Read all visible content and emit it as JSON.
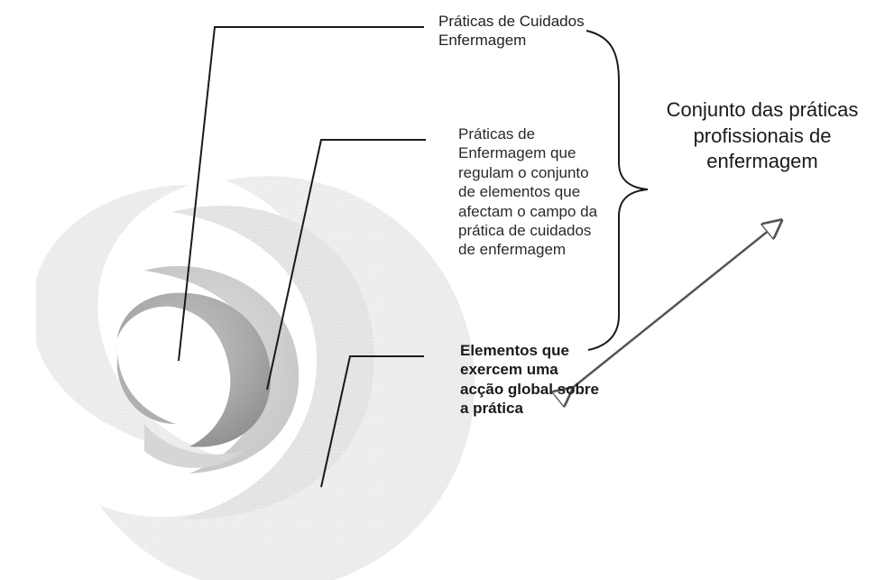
{
  "diagram": {
    "labels": {
      "level_1": "Práticas de Cuidados\nEnfermagem",
      "level_2": "Práticas de\nEnfermagem que\nregulam o conjunto\nde elementos que\nafectam o campo da\nprática de cuidados\nde enfermagem",
      "level_3": "Elementos que\nexercem uma\nacção global sobre\na prática",
      "result": "Conjunto das práticas\nprofissionais de\nenfermagem"
    },
    "colors": {
      "line": "#1a1a1a",
      "ring_outer": "#e6e6e6",
      "ring_middle": "#d2d2d2",
      "core": "#b3b3b3",
      "arrow": "#555555"
    }
  }
}
